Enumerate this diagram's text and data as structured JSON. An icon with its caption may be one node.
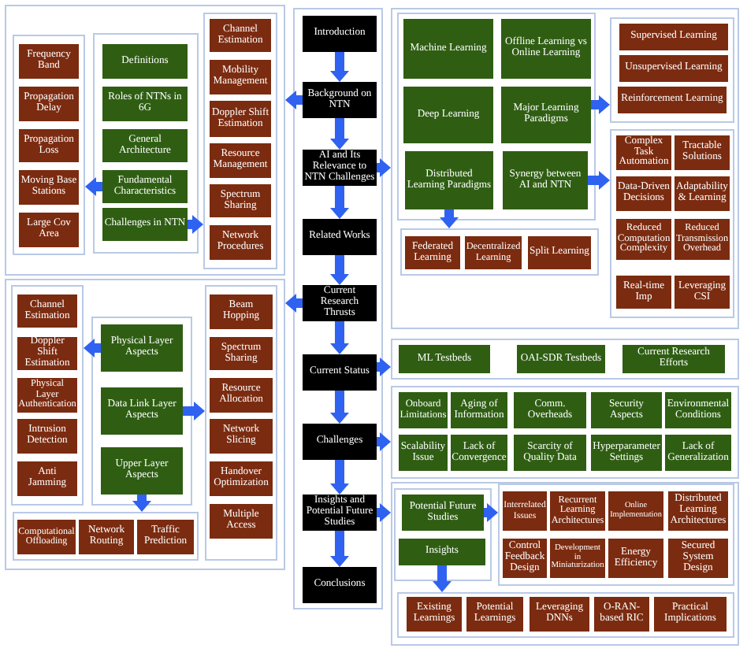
{
  "diagram": {
    "nodes": [
      {
        "text": [],
        "shape": "box"
      },
      {
        "text": [],
        "shape": "box",
        "in": 0
      },
      {
        "text": [
          "Frequency Band"
        ],
        "in": 1
      },
      {
        "text": [
          "Propagation Delay"
        ],
        "in": 1
      },
      {
        "text": [
          "Propagation Loss"
        ],
        "in": 1
      },
      {
        "text": [
          "Moving Base Stations"
        ],
        "in": 1
      },
      {
        "text": [
          "Large Cov Area"
        ],
        "in": 1
      },
      {
        "text": [],
        "shape": "box",
        "in": 0
      },
      {
        "text": [
          "Definitions"
        ],
        "in": 7
      },
      {
        "text": [
          "Roles of NTNs in 6G"
        ],
        "in": 7
      },
      {
        "text": [
          "General Architecture"
        ],
        "in": 7
      },
      {
        "text": [
          "Fundamental Characteristics"
        ],
        "in": 7
      },
      {
        "text": [
          "Challenges in NTN"
        ],
        "in": 7
      },
      {
        "text": [],
        "shape": "box",
        "in": 0
      },
      {
        "text": [
          "Channel Estimation"
        ],
        "in": 13
      },
      {
        "text": [
          "Mobility Management"
        ],
        "in": 13
      },
      {
        "text": [
          "Doppler Shift Estimation"
        ],
        "in": 13
      },
      {
        "text": [
          "Resource Management"
        ],
        "in": 13
      },
      {
        "text": [
          "Spectrum Sharing"
        ],
        "in": 13
      },
      {
        "text": [
          "Network Procedures"
        ],
        "in": 13
      },
      {
        "text": [],
        "shape": "box"
      },
      {
        "text": [
          "Introduction"
        ],
        "in": 20
      },
      {
        "text": [
          "Background on NTN"
        ],
        "in": 20
      },
      {
        "text": [
          "AI and Its Relevance to NTN Challenges"
        ],
        "in": 20
      },
      {
        "text": [
          "Related Works"
        ],
        "in": 20
      },
      {
        "text": [
          "Current Research Thrusts"
        ],
        "in": 20
      },
      {
        "text": [
          "Current Status"
        ],
        "in": 20
      },
      {
        "text": [
          "Challenges"
        ],
        "in": 20
      },
      {
        "text": [
          "Insights and Potential Future Studies"
        ],
        "in": 20
      },
      {
        "text": [
          "Conclusions"
        ],
        "in": 20
      },
      {
        "text": [],
        "shape": "box"
      },
      {
        "text": [],
        "shape": "box",
        "in": 30
      },
      {
        "text": [
          "Machine Learning"
        ],
        "in": 31
      },
      {
        "text": [
          "Offline Learning vs Online Learning"
        ],
        "in": 31
      },
      {
        "text": [
          "Deep Learning"
        ],
        "in": 31
      },
      {
        "text": [
          "Major Learning Paradigms"
        ],
        "in": 31
      },
      {
        "text": [
          "Distributed Learning Paradigms"
        ],
        "in": 31
      },
      {
        "text": [
          "Synergy between AI and NTN"
        ],
        "in": 31
      },
      {
        "text": [],
        "shape": "box",
        "in": 30
      },
      {
        "text": [
          "Federated Learning"
        ],
        "in": 38
      },
      {
        "text": [
          "Decentralized Learning"
        ],
        "in": 38
      },
      {
        "text": [
          "Split Learning"
        ],
        "in": 38
      },
      {
        "text": [],
        "shape": "box",
        "in": 30
      },
      {
        "text": [
          "Supervised Learning"
        ],
        "in": 42
      },
      {
        "text": [
          "Unsupervised Learning"
        ],
        "in": 42
      },
      {
        "text": [
          "Reinforcement Learning"
        ],
        "in": 42
      },
      {
        "text": [],
        "shape": "box",
        "in": 30
      },
      {
        "text": [
          "Complex Task Automation"
        ],
        "in": 46
      },
      {
        "text": [
          "Tractable Solutions"
        ],
        "in": 46
      },
      {
        "text": [
          "Data-Driven Decisions"
        ],
        "in": 46
      },
      {
        "text": [
          "Adaptability & Learning"
        ],
        "in": 46
      },
      {
        "text": [
          "Reduced Computation Complexity"
        ],
        "in": 46
      },
      {
        "text": [
          "Reduced Transmission Overhead"
        ],
        "in": 46
      },
      {
        "text": [
          "Real-time Imp"
        ],
        "in": 46
      },
      {
        "text": [
          "Leveraging CSI"
        ],
        "in": 46
      },
      {
        "text": [],
        "shape": "box"
      },
      {
        "text": [
          "ML Testbeds"
        ],
        "in": 55
      },
      {
        "text": [
          "OAI-SDR Testbeds"
        ],
        "in": 55
      },
      {
        "text": [
          "Current Research Efforts"
        ],
        "in": 55
      },
      {
        "text": [],
        "shape": "box"
      },
      {
        "text": [
          "Onboard Limitations"
        ],
        "in": 59
      },
      {
        "text": [
          "Aging of Information"
        ],
        "in": 59
      },
      {
        "text": [
          "Comm. Overheads"
        ],
        "in": 59
      },
      {
        "text": [
          "Security Aspects"
        ],
        "in": 59
      },
      {
        "text": [
          "Environmental Conditions"
        ],
        "in": 59
      },
      {
        "text": [
          "Scalability Issue"
        ],
        "in": 59
      },
      {
        "text": [
          "Lack of Convergence"
        ],
        "in": 59
      },
      {
        "text": [
          "Scarcity of Quality Data"
        ],
        "in": 59
      },
      {
        "text": [
          "Hyperparameter Settings"
        ],
        "in": 59
      },
      {
        "text": [
          "Lack of Generalization"
        ],
        "in": 59
      },
      {
        "text": [],
        "shape": "box"
      },
      {
        "text": [],
        "shape": "box",
        "in": 70
      },
      {
        "text": [
          "Potential Future Studies"
        ],
        "in": 71
      },
      {
        "text": [
          "Insights"
        ],
        "in": 71
      },
      {
        "text": [],
        "shape": "box",
        "in": 70
      },
      {
        "text": [
          "Interrelated Issues"
        ],
        "in": 74
      },
      {
        "text": [
          "Recurrent Learning Architectures"
        ],
        "in": 74
      },
      {
        "text": [
          "Online Implementation"
        ],
        "in": 74
      },
      {
        "text": [
          "Distributed Learning Architectures"
        ],
        "in": 74
      },
      {
        "text": [
          "Control Feedback Design"
        ],
        "in": 74
      },
      {
        "text": [
          "Development in Miniaturization"
        ],
        "in": 74
      },
      {
        "text": [
          "Energy Efficiency"
        ],
        "in": 74
      },
      {
        "text": [
          "Secured System Design"
        ],
        "in": 74
      },
      {
        "text": [],
        "shape": "box",
        "in": 70
      },
      {
        "text": [
          "Existing Learnings"
        ],
        "in": 83
      },
      {
        "text": [
          "Potential Learnings"
        ],
        "in": 83
      },
      {
        "text": [
          "Leveraging DNNs"
        ],
        "in": 83
      },
      {
        "text": [
          "O-RAN-based RIC"
        ],
        "in": 83
      },
      {
        "text": [
          "Practical Implications"
        ],
        "in": 83
      },
      {
        "text": [],
        "shape": "box"
      },
      {
        "text": [],
        "shape": "box",
        "in": 89
      },
      {
        "text": [
          "Channel Estimation"
        ],
        "in": 90
      },
      {
        "text": [
          "Doppler Shift Estimation"
        ],
        "in": 90
      },
      {
        "text": [
          "Physical Layer Authentication"
        ],
        "in": 90
      },
      {
        "text": [
          "Intrusion Detection"
        ],
        "in": 90
      },
      {
        "text": [
          "Anti Jamming"
        ],
        "in": 90
      },
      {
        "text": [],
        "shape": "box",
        "in": 89
      },
      {
        "text": [
          "Physical Layer Aspects"
        ],
        "in": 96
      },
      {
        "text": [
          "Data Link Layer Aspects"
        ],
        "in": 96
      },
      {
        "text": [
          "Upper Layer Aspects"
        ],
        "in": 96
      },
      {
        "text": [],
        "shape": "box",
        "in": 89
      },
      {
        "text": [
          "Computational Offloading"
        ],
        "in": 100
      },
      {
        "text": [
          "Network Routing"
        ],
        "in": 100
      },
      {
        "text": [
          "Traffic Prediction"
        ],
        "in": 100
      },
      {
        "text": [],
        "shape": "box",
        "in": 89
      },
      {
        "text": [
          "Beam Hopping"
        ],
        "in": 104
      },
      {
        "text": [
          "Spectrum Sharing"
        ],
        "in": 104
      },
      {
        "text": [
          "Resource Allocation"
        ],
        "in": 104
      },
      {
        "text": [
          "Network Slicing"
        ],
        "in": 104
      },
      {
        "text": [
          "Handover Optimization"
        ],
        "in": 104
      },
      {
        "text": [
          "Multiple Access"
        ],
        "in": 104
      }
    ],
    "edges": [
      {
        "from": 21,
        "to": 22,
        "arrow": "to"
      },
      {
        "from": 22,
        "to": 23,
        "arrow": "to"
      },
      {
        "from": 23,
        "to": 24,
        "arrow": "to"
      },
      {
        "from": 24,
        "to": 25,
        "arrow": "to"
      },
      {
        "from": 25,
        "to": 26,
        "arrow": "to"
      },
      {
        "from": 26,
        "to": 27,
        "arrow": "to"
      },
      {
        "from": 27,
        "to": 28,
        "arrow": "to"
      },
      {
        "from": 28,
        "to": 29,
        "arrow": "to"
      },
      {
        "from": 22,
        "to": 0,
        "arrow": "to"
      },
      {
        "from": 11,
        "to": 1,
        "arrow": "to"
      },
      {
        "from": 12,
        "to": 13,
        "arrow": "to"
      },
      {
        "from": 23,
        "to": 30,
        "arrow": "to"
      },
      {
        "from": 35,
        "to": 42,
        "arrow": "to"
      },
      {
        "from": 37,
        "to": 46,
        "arrow": "to"
      },
      {
        "from": 36,
        "to": 38,
        "arrow": "to"
      },
      {
        "from": 26,
        "to": 55,
        "arrow": "to"
      },
      {
        "from": 27,
        "to": 59,
        "arrow": "to"
      },
      {
        "from": 28,
        "to": 70,
        "arrow": "to"
      },
      {
        "from": 72,
        "to": 74,
        "arrow": "to"
      },
      {
        "from": 73,
        "to": 83,
        "arrow": "to"
      },
      {
        "from": 25,
        "to": 89,
        "arrow": "to"
      },
      {
        "from": 97,
        "to": 90,
        "arrow": "to"
      },
      {
        "from": 98,
        "to": 104,
        "arrow": "to"
      },
      {
        "from": 99,
        "to": 100,
        "arrow": "to"
      }
    ]
  }
}
